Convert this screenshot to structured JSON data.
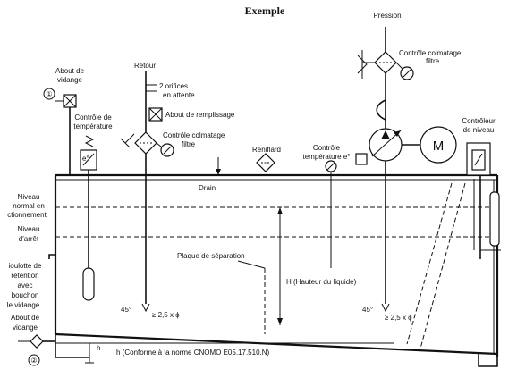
{
  "title": "Exemple",
  "labels": {
    "pression": "Pression",
    "controle_colmatage_top_1": "Contrôle colmatage",
    "controle_colmatage_top_2": "filtre",
    "about_vidange_top_1": "About de",
    "about_vidange_top_2": "vidange",
    "circle_1": "①",
    "retour": "Retour",
    "orifices_1": "2 orifices",
    "orifices_2": "en attente",
    "about_remplissage": "About de remplissage",
    "controle_temp_1": "Contrôle de",
    "controle_temp_2": "température",
    "controle_colmatage_mid_1": "Contrôle colmatage",
    "controle_colmatage_mid_2": "filtre",
    "reniflard": "Reniflard",
    "controle_temp_right_1": "Contrôle",
    "controle_temp_right_2": "température e°",
    "motor": "M",
    "controleur_niveau_1": "Contrôleur",
    "controleur_niveau_2": "de niveau",
    "drain": "Drain",
    "niveau_normal_1": "Niveau",
    "niveau_normal_2": "normal en",
    "niveau_normal_3": "ctionnement",
    "niveau_arret_1": "Niveau",
    "niveau_arret_2": "d'arrêt",
    "goulotte_1": "ioulotte de",
    "goulotte_2": "rétention",
    "goulotte_3": "avec",
    "goulotte_4": "bouchon",
    "goulotte_5": "le vidange",
    "plaque": "Plaque de séparation",
    "hauteur": "H (Hauteur du liquide)",
    "angle_left": "45°",
    "angle_right": "45°",
    "dist_left": "≥ 2,5 x ϕ",
    "dist_right": "≥ 2,5 x ϕ",
    "about_vidange_bottom_1": "About de",
    "about_vidange_bottom_2": "vidange",
    "circle_2": "②",
    "h_small": "h",
    "norme": "h (Conforme à la norme CNOMO E05.17.510.N)",
    "temp_small": "e°"
  }
}
